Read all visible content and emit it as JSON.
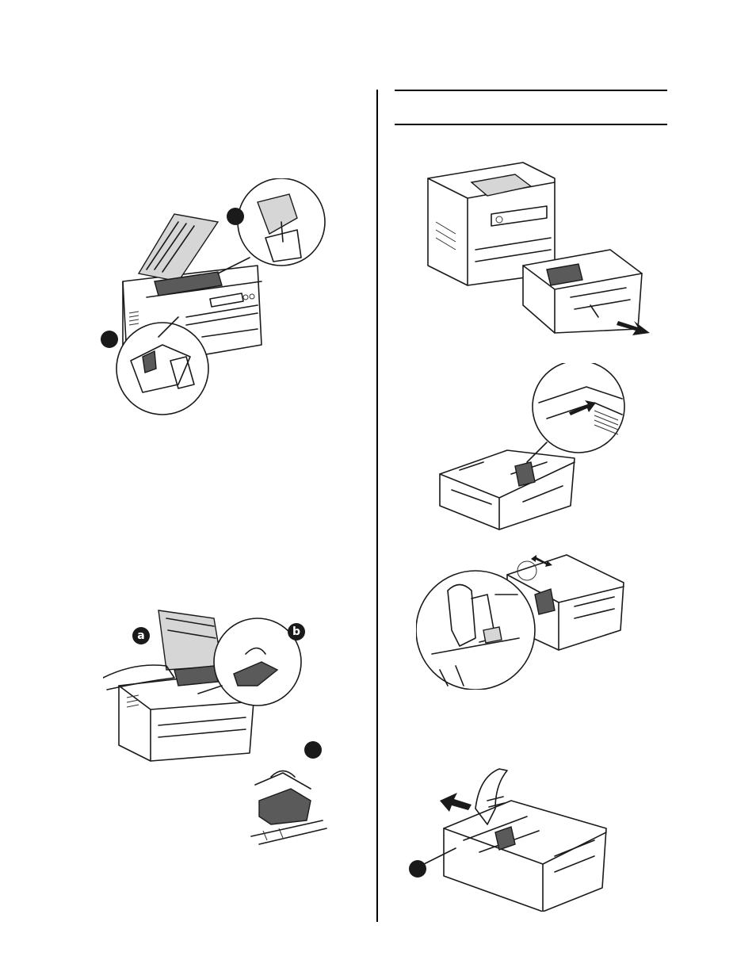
{
  "document": {
    "callouts": {
      "fig1_top": "",
      "fig1_left": "",
      "fig2_a": "a",
      "fig2_b": "b",
      "fig2_c": "",
      "fig6_left": ""
    }
  },
  "icons": {
    "arrow": "arrow-icon",
    "circle_callout": "callout-marker"
  }
}
